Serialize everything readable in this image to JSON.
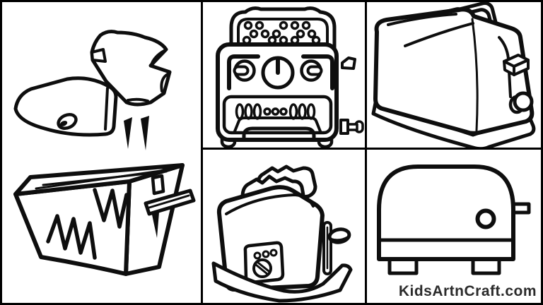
{
  "page": {
    "background_color": "#ffffff",
    "ink_color": "#0e0e0e",
    "grid_color": "#000000"
  },
  "watermark": {
    "text": "KidsArtnCraft.com",
    "color": "#2b2b2b"
  },
  "panels": [
    {
      "icon": "cartoon-toaster-with-popping-toast-drawing"
    },
    {
      "icon": "retro-dial-toaster-with-dotted-toast-drawing"
    },
    {
      "icon": "classic-two-slice-toaster-three-quarter-view-drawing"
    },
    {
      "icon": "toaster-with-two-toast-slices-on-tray-drawing"
    },
    {
      "icon": "side-view-toaster-with-knob-drawing"
    }
  ]
}
